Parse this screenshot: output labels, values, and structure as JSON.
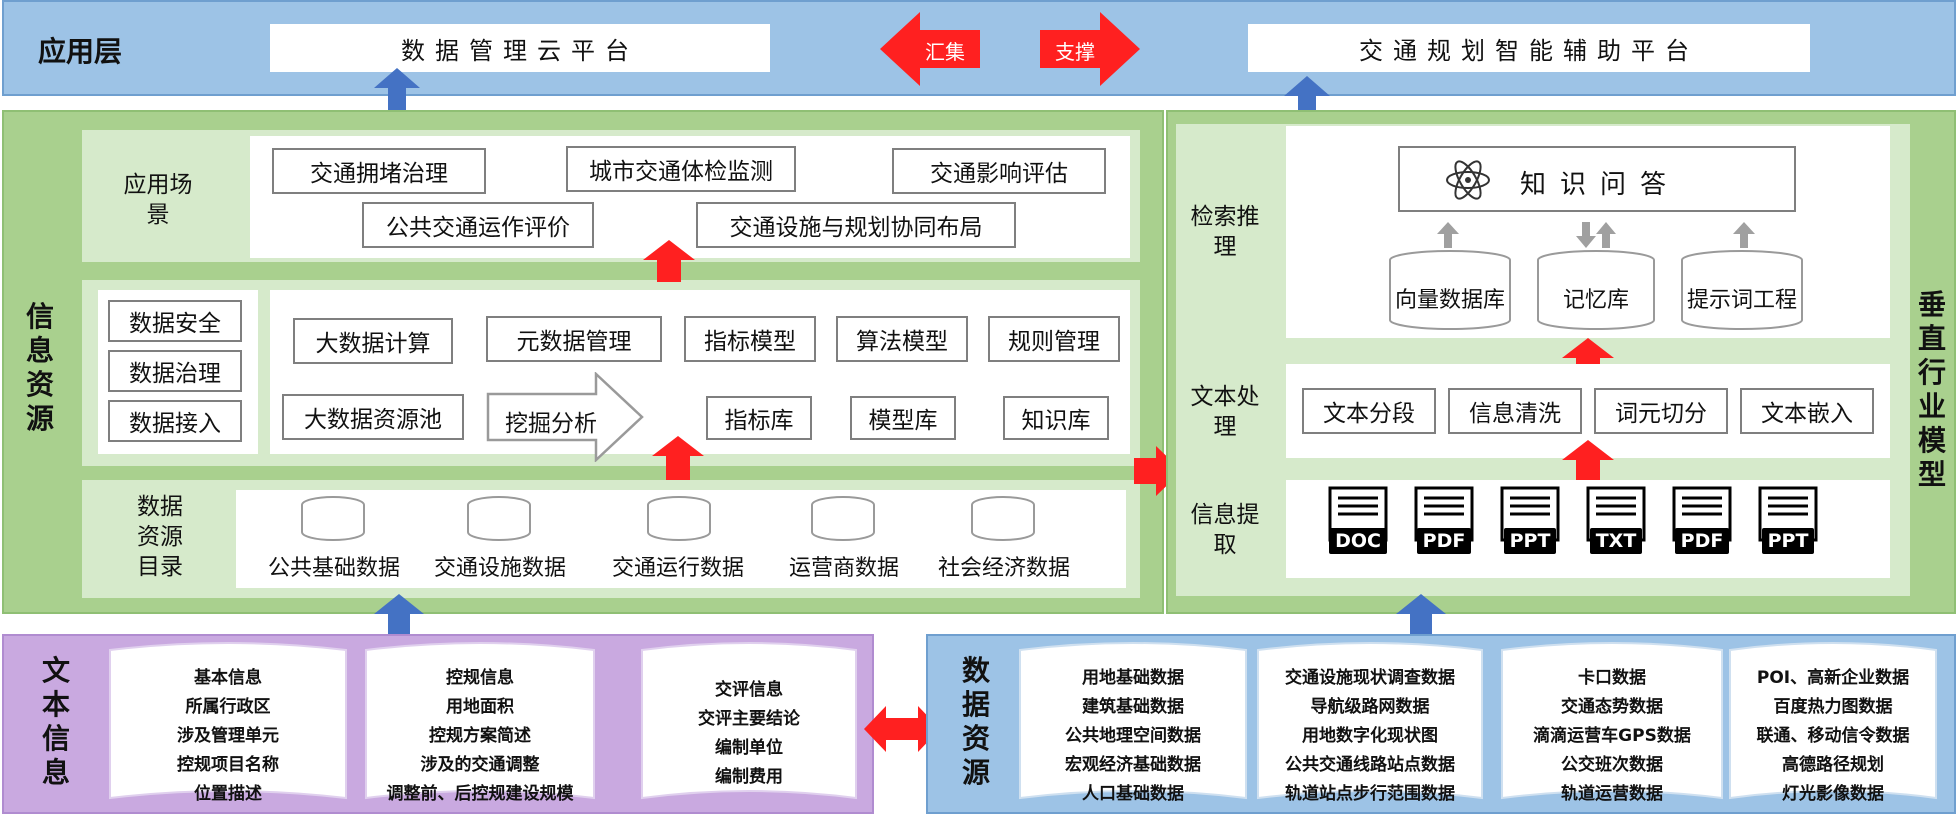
{
  "application_layer": {
    "title": "应用层",
    "left_platform": "数据管理云平台",
    "right_platform": "交通规划智能辅助平台",
    "arrow_left_label": "汇集",
    "arrow_right_label": "支撑"
  },
  "info_resource": {
    "side_label": "信息资源",
    "scenario": {
      "label": "应用场景",
      "items": [
        "交通拥堵治理",
        "城市交通体检监测",
        "交通影响评估",
        "公共交通运作评价",
        "交通设施与规划协同布局"
      ]
    },
    "middle": {
      "left_items": [
        "数据安全",
        "数据治理",
        "数据接入"
      ],
      "row1": [
        "大数据计算",
        "元数据管理",
        "指标模型",
        "算法模型",
        "规则管理"
      ],
      "big_pool": "大数据资源池",
      "mining": "挖掘分析",
      "row2": [
        "指标库",
        "模型库",
        "知识库"
      ]
    },
    "catalog": {
      "label": "数据资源目录",
      "items": [
        "公共基础数据",
        "交通设施数据",
        "交通运行数据",
        "运营商数据",
        "社会经济数据"
      ]
    }
  },
  "vertical_model": {
    "side_label": "垂直行业模型",
    "retrieval": {
      "label": "检索推理",
      "qa": "知识问答",
      "dbs": [
        "向量数据库",
        "记忆库",
        "提示词工程"
      ]
    },
    "text_processing": {
      "label": "文本处理",
      "items": [
        "文本分段",
        "信息清洗",
        "词元切分",
        "文本嵌入"
      ]
    },
    "extraction": {
      "label": "信息提取",
      "docs": [
        "DOC",
        "PDF",
        "PPT",
        "TXT",
        "PDF",
        "PPT"
      ]
    }
  },
  "text_info": {
    "side_label": "文本信息",
    "scrolls": [
      [
        "基本信息",
        "所属行政区",
        "涉及管理单元",
        "控规项目名称",
        "位置描述"
      ],
      [
        "控规信息",
        "用地面积",
        "控规方案简述",
        "涉及的交通调整",
        "调整前、后控规建设规模"
      ],
      [
        "交评信息",
        "交评主要结论",
        "编制单位",
        "编制费用"
      ]
    ]
  },
  "data_resource": {
    "side_label": "数据资源",
    "scrolls": [
      [
        "用地基础数据",
        "建筑基础数据",
        "公共地理空间数据",
        "宏观经济基础数据",
        "人口基础数据"
      ],
      [
        "交通设施现状调查数据",
        "导航级路网数据",
        "用地数字化现状图",
        "公共交通线路站点数据",
        "轨道站点步行范围数据"
      ],
      [
        "卡口数据",
        "交通态势数据",
        "滴滴运营车GPS数据",
        "公交班次数据",
        "轨道运营数据"
      ],
      [
        "POI、高新企业数据",
        "百度热力图数据",
        "联通、移动信令数据",
        "高德路径规划",
        "灯光影像数据"
      ]
    ]
  },
  "colors": {
    "app_band": "#9dc3e6",
    "green_outer": "#a9d08e",
    "green_panel": "#d6eacb",
    "purple": "#c9a9e0",
    "red_arrow": "#ff2020",
    "blue_arrow": "#4472c4"
  }
}
